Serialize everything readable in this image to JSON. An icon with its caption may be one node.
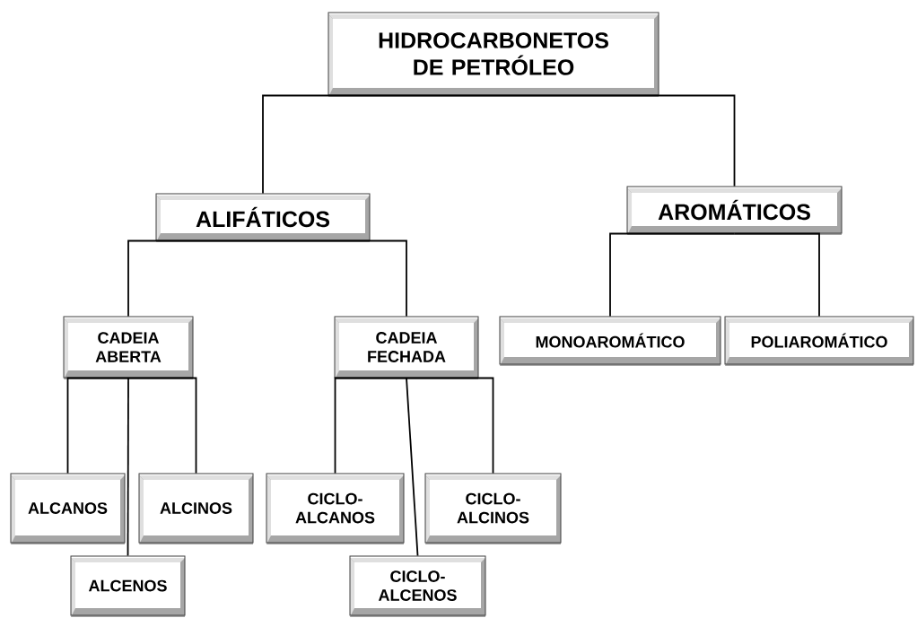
{
  "diagram": {
    "nodes": [
      {
        "text": [
          "HIDROCARBONETOS DE PETRÓLEO"
        ]
      },
      {
        "text": [
          "ALIFÁTICOS"
        ]
      },
      {
        "text": [
          "AROMÁTICOS"
        ]
      },
      {
        "text": [
          "CADEIA ABERTA"
        ]
      },
      {
        "text": [
          "CADEIA FECHADA"
        ]
      },
      {
        "text": [
          "MONOAROMÁTICO"
        ]
      },
      {
        "text": [
          "POLIAROMÁTICO"
        ]
      },
      {
        "text": [
          "ALCANOS"
        ]
      },
      {
        "text": [
          "ALCINOS"
        ]
      },
      {
        "text": [
          "ALCENOS"
        ]
      },
      {
        "text": [
          "CICLO-ALCANOS"
        ]
      },
      {
        "text": [
          "CICLO-ALCINOS"
        ]
      },
      {
        "text": [
          "CICLO-ALCENOS"
        ]
      }
    ],
    "edges": [
      {
        "from": 0,
        "to": 1,
        "arrow": "none"
      },
      {
        "from": 0,
        "to": 2,
        "arrow": "none"
      },
      {
        "from": 1,
        "to": 3,
        "arrow": "none"
      },
      {
        "from": 1,
        "to": 4,
        "arrow": "none"
      },
      {
        "from": 2,
        "to": 5,
        "arrow": "none"
      },
      {
        "from": 2,
        "to": 6,
        "arrow": "none"
      },
      {
        "from": 3,
        "to": 7,
        "arrow": "none"
      },
      {
        "from": 3,
        "to": 8,
        "arrow": "none"
      },
      {
        "from": 3,
        "to": 9,
        "arrow": "none"
      },
      {
        "from": 4,
        "to": 10,
        "arrow": "none"
      },
      {
        "from": 4,
        "to": 11,
        "arrow": "none"
      },
      {
        "from": 4,
        "to": 12,
        "arrow": "none"
      }
    ]
  }
}
